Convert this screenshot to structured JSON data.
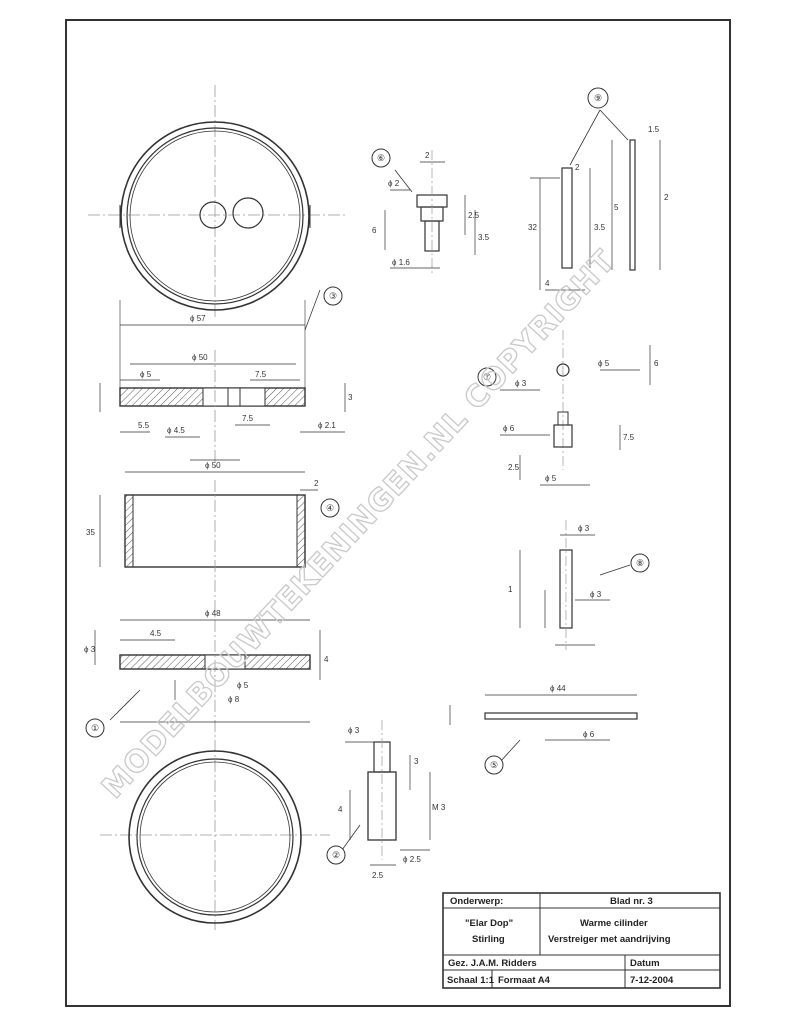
{
  "title_block": {
    "onderwerp_label": "Onderwerp:",
    "blad": "Blad nr. 3",
    "project_1": "\"Elar Dop\"",
    "project_2": "Stirling",
    "part_1": "Warme cilinder",
    "part_2": "Verstreiger met aandrijving",
    "tekenaar": "Gez. J.A.M. Ridders",
    "datum_label": "Datum",
    "schaal": "Schaal 1:1",
    "formaat": "Formaat A4",
    "datum": "7-12-2004"
  },
  "watermark": "MODELBOUWTEKENINGEN.NL COPYRIGHT",
  "callouts": [
    "①",
    "②",
    "③",
    "④",
    "⑤",
    "⑥",
    "⑦",
    "⑧",
    "⑨"
  ],
  "dimensions": {
    "d1": "ϕ 57",
    "d2": "ϕ 50",
    "d3": "ϕ 5",
    "d4": "7.5",
    "d5": "3",
    "d6": "5.5",
    "d7": "ϕ 4.5",
    "d8": "7.5",
    "d9": "ϕ 2.1",
    "d10": "ϕ 50",
    "d11": "2",
    "d12": "35",
    "d13": "ϕ 48",
    "d14": "4.5",
    "d15": "ϕ 5",
    "d16": "ϕ 8",
    "d17": "4",
    "d18": "ϕ 3",
    "d19": "2",
    "d20": "6",
    "d21": "ϕ 2",
    "d22": "2.5",
    "d23": "3.5",
    "d24": "ϕ 1.6",
    "d25": "1.5",
    "d26": "32",
    "d27": "3.5",
    "d28": "5",
    "d29": "2",
    "d30": "4",
    "d31": "2",
    "d32": "ϕ 3",
    "d33": "ϕ 5",
    "d34": "6",
    "d35": "ϕ 6",
    "d36": "7.5",
    "d37": "2.5",
    "d38": "ϕ 5",
    "d39": "1",
    "d40": "ϕ 3",
    "d41": "ϕ 3",
    "d42": "ϕ 44",
    "d43": "ϕ 6",
    "d44": "ϕ 3",
    "d45": "3",
    "d46": "4",
    "d47": "2.5",
    "d48": "ϕ 2.5",
    "d49": "M 3"
  }
}
